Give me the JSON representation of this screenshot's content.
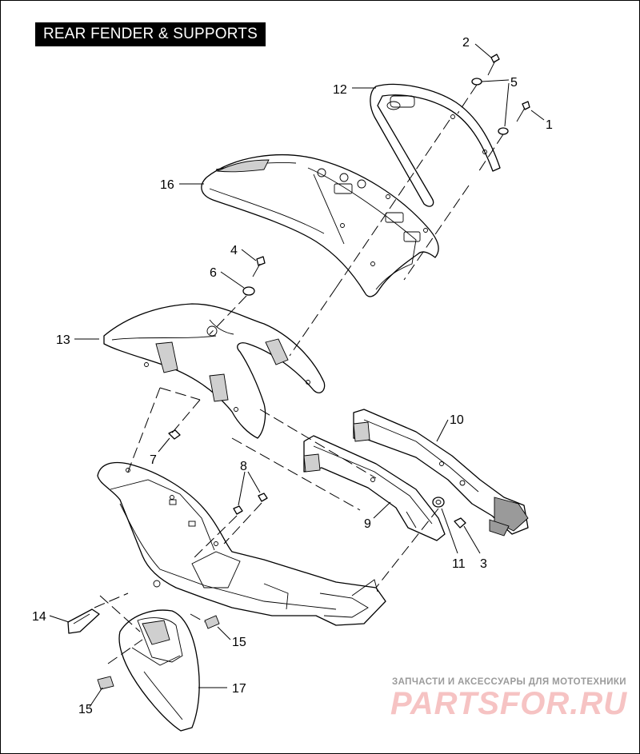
{
  "title": "REAR FENDER & SUPPORTS",
  "callouts": {
    "c1": "1",
    "c2": "2",
    "c3": "3",
    "c4": "4",
    "c5": "5",
    "c6": "6",
    "c7": "7",
    "c8": "8",
    "c9": "9",
    "c10": "10",
    "c11": "11",
    "c12": "12",
    "c13": "13",
    "c14": "14",
    "c15a": "15",
    "c15b": "15",
    "c16": "16",
    "c17": "17"
  },
  "watermark": {
    "tagline": "ЗАПЧАСТИ И АКСЕССУАРЫ ДЛЯ МОТОТЕХНИКИ",
    "brand": "PARTSFOR.RU"
  }
}
